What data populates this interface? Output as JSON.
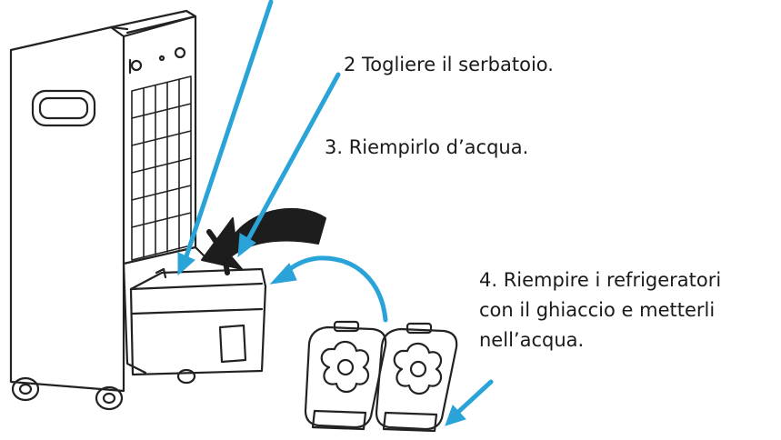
{
  "steps": {
    "step2": "2  Togliere il serbatoio.",
    "step3": "3. Riempirlo d’acqua.",
    "step4_line1": "4. Riempire i refrigeratori",
    "step4_line2": "con il ghiaccio e metterli",
    "step4_line3": "nell’acqua."
  },
  "colors": {
    "arrow": "#2aa3d8",
    "line": "#222222",
    "background": "#ffffff"
  }
}
